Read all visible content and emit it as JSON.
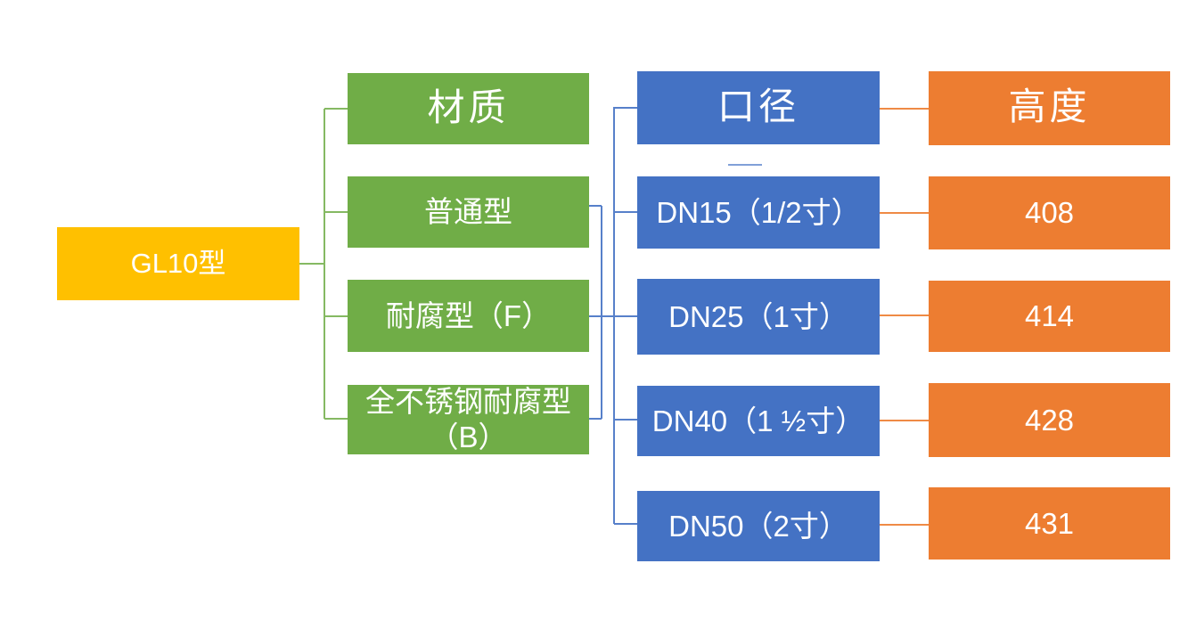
{
  "root_label": "GL10型",
  "columns": {
    "material": {
      "header": "材质",
      "items": [
        "普通型",
        "耐腐型（F）",
        "全不锈钢耐腐型（B）"
      ]
    },
    "diameter": {
      "header": "口径",
      "items": [
        "DN15（1/2寸）",
        "DN25（1寸）",
        "DN40（1 ½寸）",
        "DN50（2寸）"
      ]
    },
    "height": {
      "header": "高度",
      "items": [
        "408",
        "414",
        "428",
        "431"
      ]
    }
  },
  "colors": {
    "background": "#FFFFFF",
    "text": "#FFFFFF",
    "root_fill": "#FFC000",
    "material_fill": "#70AD47",
    "diameter_fill": "#4472C4",
    "height_fill": "#ED7D31",
    "material_line": "#70AD47",
    "diameter_line": "#4472C4",
    "height_line": "#ED7D31"
  }
}
